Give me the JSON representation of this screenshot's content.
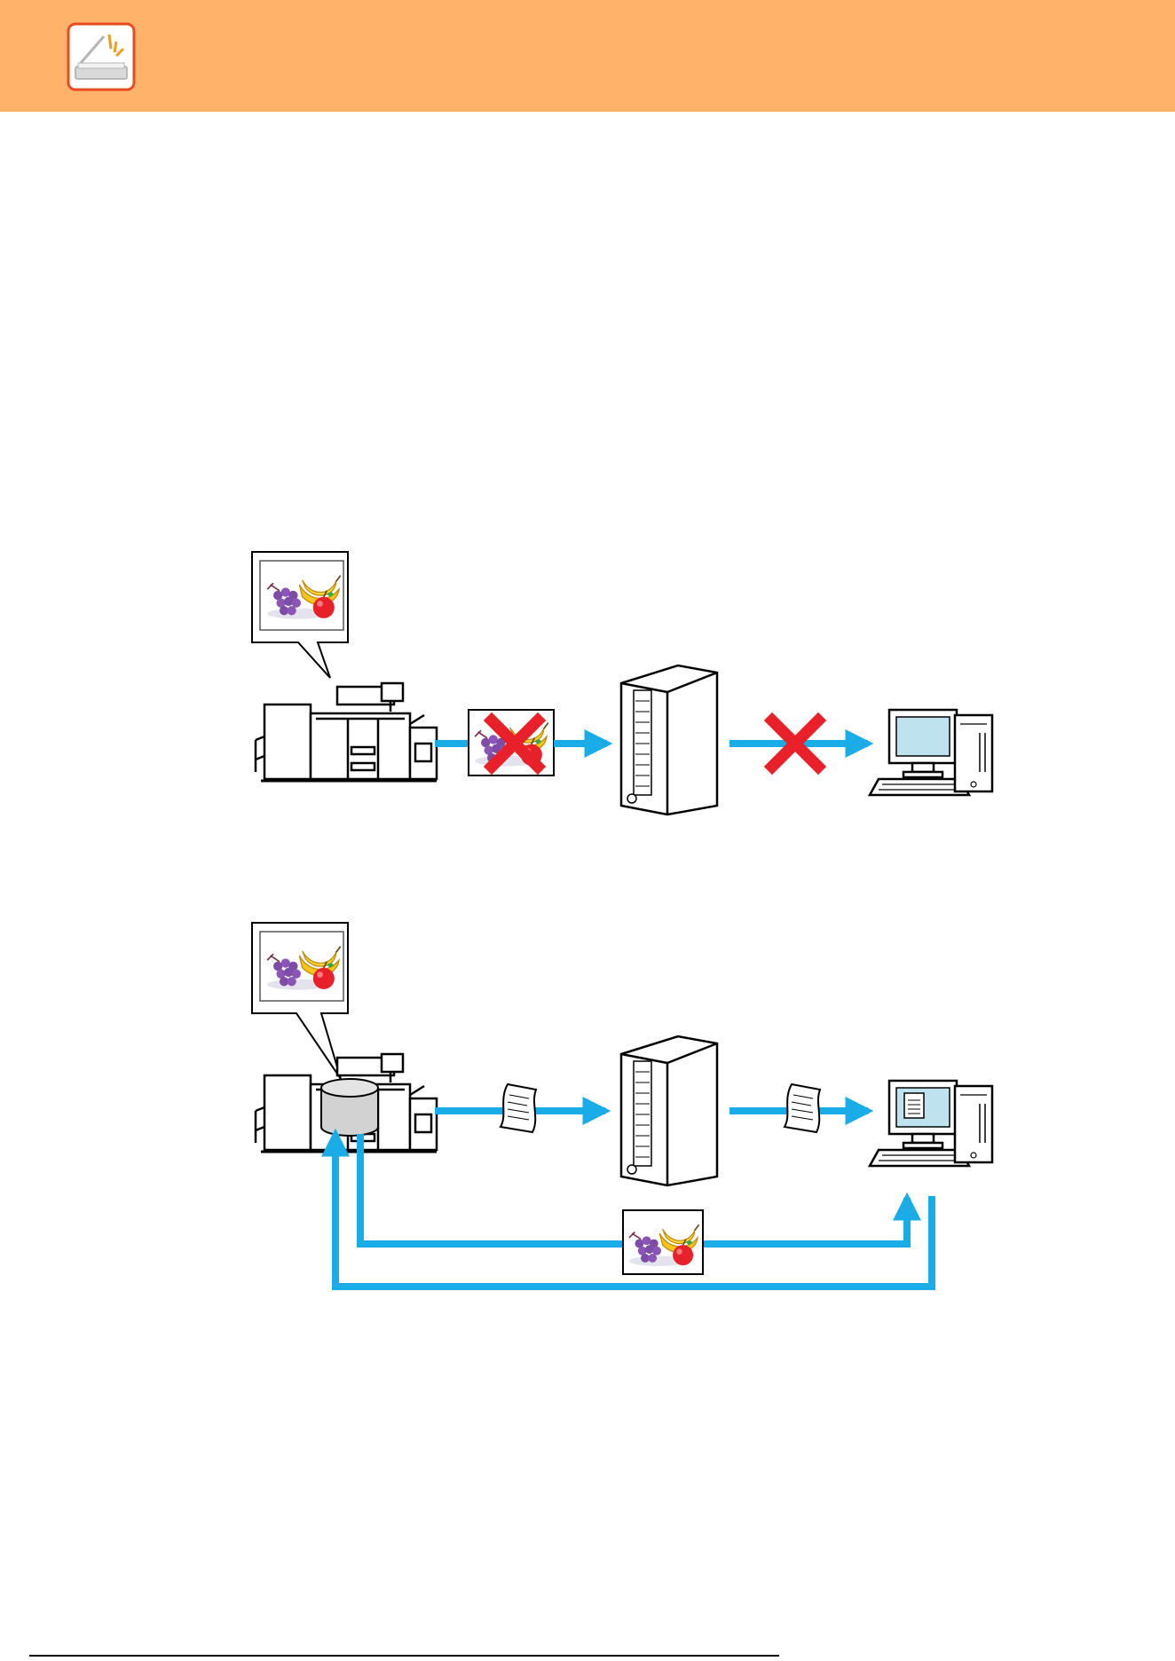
{
  "header": {
    "background_color": "#ffb26a",
    "icon": "scanner-icon",
    "icon_border_color": "#e84a1f"
  },
  "diagram_top": {
    "source": "multifunction-printer-icon",
    "callout_image": "fruit-image",
    "transfer_image": "fruit-image",
    "server": "server-icon",
    "destination": "desktop-computer-icon",
    "blocked_marks": [
      "x-mark-icon",
      "x-mark-icon"
    ]
  },
  "diagram_bottom": {
    "source": "multifunction-printer-icon",
    "storage": "storage-cylinder-icon",
    "callout_image": "fruit-image",
    "notification_documents": [
      "document-icon",
      "document-icon"
    ],
    "server": "server-icon",
    "destination": "desktop-computer-icon",
    "return_image": "fruit-image"
  },
  "colors": {
    "arrow": "#1aace6",
    "x_mark": "#e8202a",
    "screen": "#bfe3ee",
    "storage": "#d2d2d2"
  }
}
